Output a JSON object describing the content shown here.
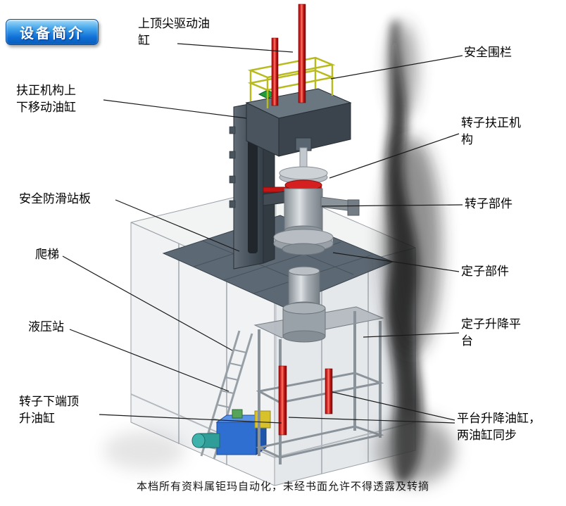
{
  "badge": {
    "label": "设备简介"
  },
  "callouts": {
    "top_drive_cylinder": "上顶尖驱动油\n缸",
    "safety_fence": "安全围栏",
    "centering_move_cylinder": "扶正机构上\n下移动油缸",
    "rotor_centering_mechanism": "转子扶正机\n构",
    "antislip_platform": "安全防滑站板",
    "rotor_part": "转子部件",
    "ladder": "爬梯",
    "stator_part": "定子部件",
    "hydraulic_station": "液压站",
    "stator_lift_platform": "定子升降平\n台",
    "rotor_bottom_jack_cylinder": "转子下端顶\n升油缸",
    "platform_lift_cylinders": "平台升降油缸，\n两油缸同步"
  },
  "footer": {
    "text": "本档所有资料属钜玛自动化，未经书面允许不得透露及转摘"
  },
  "colors": {
    "accent_red": "#c41414",
    "railing_yellow": "#b8ba1e",
    "hydraulic_blue": "#2f6fd2",
    "badge_blue": "#0f6fd6",
    "deck_gray": "#5c6873"
  }
}
